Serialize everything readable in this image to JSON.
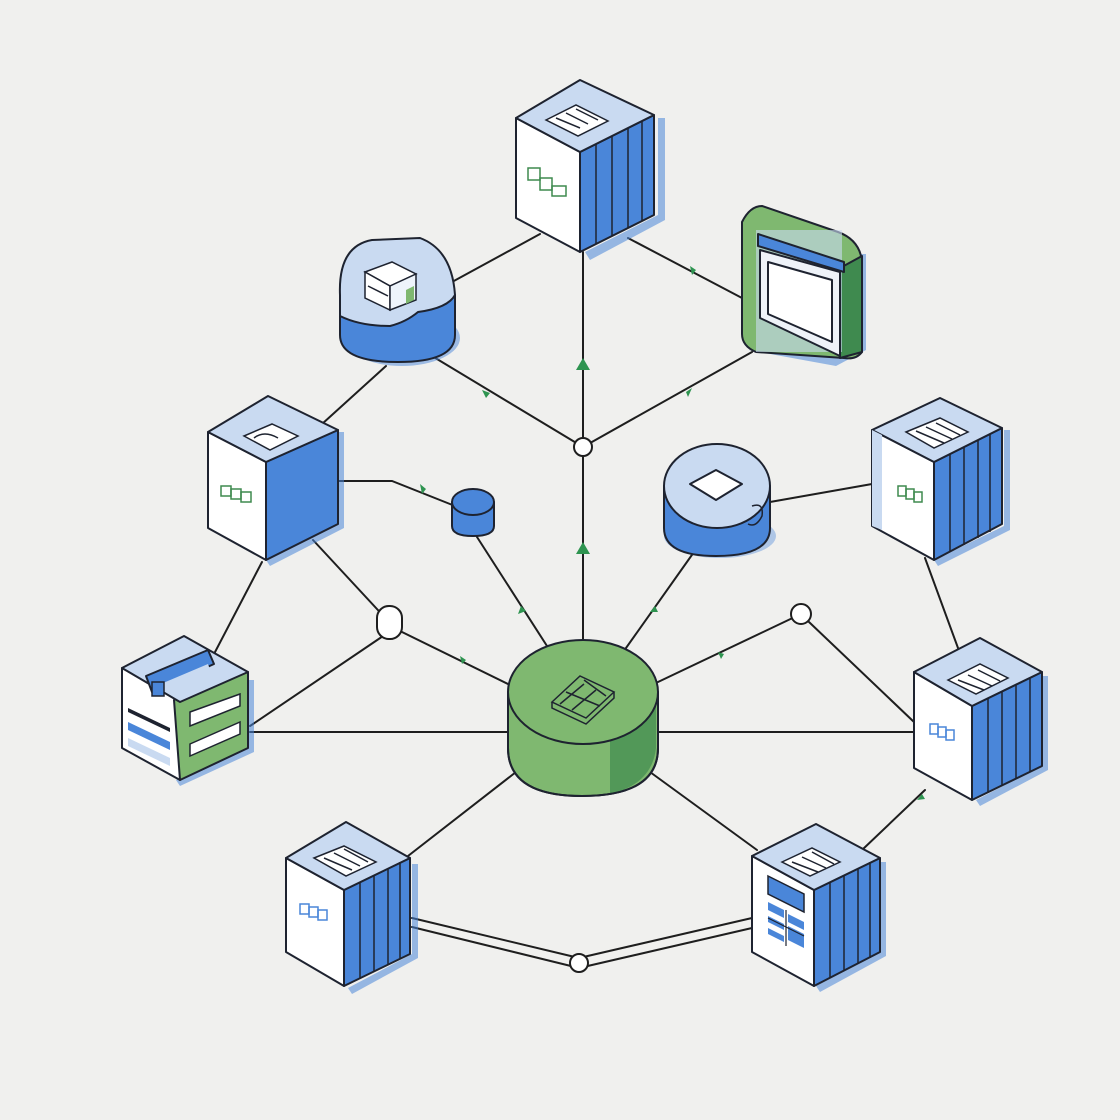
{
  "diagram": {
    "kind": "network topology",
    "background": "#f0f0ee",
    "colors": {
      "blue_face": "#4a86d9",
      "blue_top": "#c9daf1",
      "green_face": "#7fb870",
      "green_dark": "#3f8a4f",
      "white_face": "#ffffff",
      "shadow": "#4a86d9",
      "line": "#1e1e1e",
      "arrow": "#2e9450"
    },
    "nodes": [
      {
        "id": "top-server",
        "type": "server-cube"
      },
      {
        "id": "top-left-storage",
        "type": "storage-cylinder"
      },
      {
        "id": "top-right-display",
        "type": "display-box"
      },
      {
        "id": "left-server",
        "type": "server-cube"
      },
      {
        "id": "small-database",
        "type": "small-cylinder"
      },
      {
        "id": "right-storage",
        "type": "storage-cylinder"
      },
      {
        "id": "right-server",
        "type": "server-cube"
      },
      {
        "id": "left-rack",
        "type": "rack-box"
      },
      {
        "id": "central-hub",
        "type": "hub-cylinder"
      },
      {
        "id": "lower-right-server",
        "type": "server-cube"
      },
      {
        "id": "bottom-left-server",
        "type": "server-cube"
      },
      {
        "id": "bottom-right-server",
        "type": "server-cube"
      }
    ],
    "junctions": [
      "upper-junction",
      "left-junction",
      "right-junction",
      "bottom-junction"
    ],
    "edge_count": 18
  }
}
